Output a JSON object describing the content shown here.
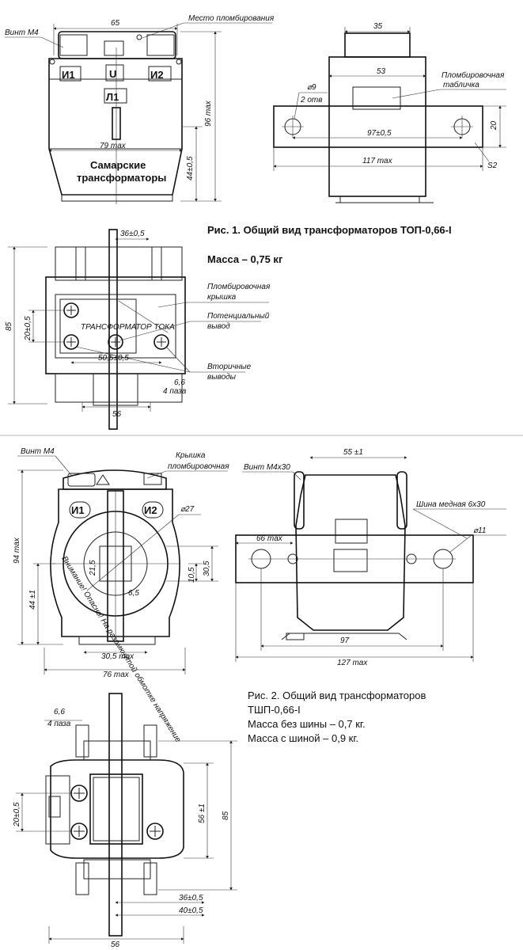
{
  "fig1": {
    "caption": "Рис. 1. Общий вид трансформаторов ТОП-0,66-I",
    "mass": "Масса – 0,75 кг",
    "front": {
      "vint_label": "Винт М4",
      "seal_label": "Место пломбирования",
      "dim_top": "65",
      "terminal_i1": "И1",
      "terminal_u": "U",
      "terminal_i2": "И2",
      "terminal_l1": "Л1",
      "dim_width": "79 max",
      "brand_line1": "Самарские",
      "brand_line2": "трансформаторы",
      "dim_height": "96 max",
      "dim_center": "44±0,5"
    },
    "side": {
      "dim_top": "35",
      "dim_53": "53",
      "hole_dia": "⌀9",
      "holes_count": "2 отв",
      "plate_label_1": "Пломбировочная",
      "plate_label_2": "табличка",
      "dim_97": "97±0,5",
      "dim_117": "117 max",
      "dim_20": "20",
      "dim_s2": "S2"
    },
    "bottom": {
      "dim_36": "36±0,5",
      "dim_85": "85",
      "dim_20": "20±0,5",
      "cover_label_1": "Пломбировочная",
      "cover_label_2": "крышка",
      "potential_label_1": "Потенциальный",
      "potential_label_2": "вывод",
      "nameplate": "ТРАНСФОРМАТОР ТОКА",
      "secondary_label_1": "Вторичные",
      "secondary_label_2": "выводы",
      "dim_50": "50,5±0,5",
      "dim_66": "6,6",
      "dim_4paz": "4 паза",
      "dim_56": "56"
    }
  },
  "fig2": {
    "caption_line1": "Рис. 2. Общий вид трансформаторов",
    "caption_line2": "ТШП-0,66-I",
    "caption_line3": "Масса без шины – 0,7 кг.",
    "caption_line4": "Масса с шиной – 0,9 кг.",
    "front": {
      "vint_label": "Винт М4",
      "cover_label_1": "Крышка",
      "cover_label_2": "пломбировочная",
      "terminal_i1": "И1",
      "terminal_i2": "И2",
      "dim_dia": "⌀27",
      "dim_215": "21,5",
      "dim_305": "30,5",
      "dim_105": "10,5",
      "dim_65": "6,5",
      "dim_94": "94 max",
      "dim_44": "44 ±1",
      "dim_305max": "30,5 max",
      "dim_76": "76 max",
      "ring_text": "Внимание! Опасно! На разомкнутой обмотке напряжение"
    },
    "side": {
      "vint_label": "Винт М4х30",
      "dim_55": "55 ±1",
      "bus_label": "Шина медная 6х30",
      "dim_66": "66 max",
      "dim_11": "⌀11",
      "dim_97": "97",
      "dim_127": "127 max"
    },
    "bottom": {
      "dim_66": "6,6",
      "dim_4paz": "4 паза",
      "dim_20": "20±0,5",
      "dim_56pm": "56 ±1",
      "dim_85": "85",
      "dim_36": "36±0,5",
      "dim_40": "40±0,5",
      "dim_56": "56"
    }
  }
}
